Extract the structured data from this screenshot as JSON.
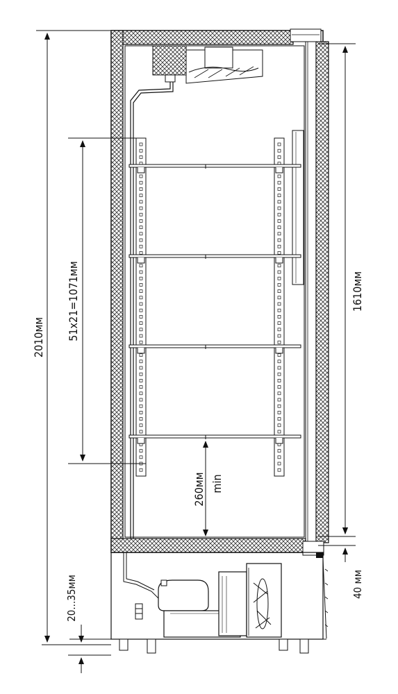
{
  "dimensions": {
    "total_height": "2010мм",
    "rail_span": "51x21=1071мм",
    "door_height": "1610мм",
    "min_clearance": "260мм",
    "min_label": "min",
    "feet_adjust": "20...35мм",
    "door_gap": "40 мм"
  },
  "drawing": {
    "line_color": "#111111",
    "hatch_color": "#333333",
    "shelf_count": 4
  }
}
